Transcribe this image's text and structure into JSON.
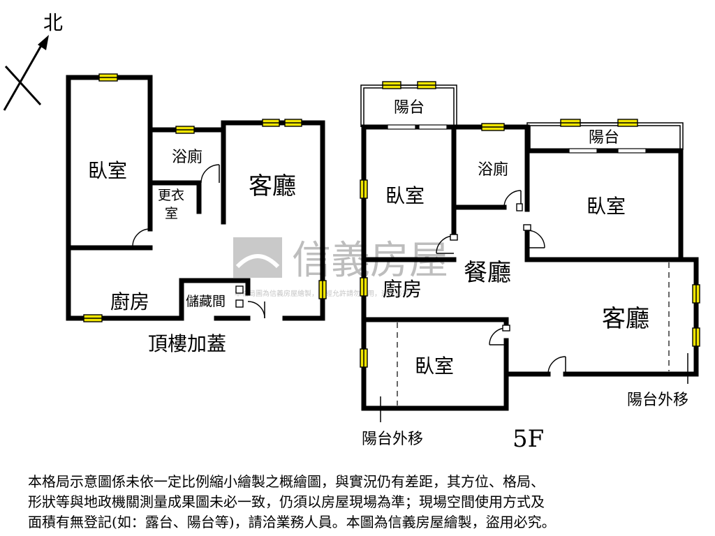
{
  "compass": {
    "north_label": "北"
  },
  "watermark": {
    "brand": "信義房屋",
    "notice": "本格局圖為信義房屋繪製，未經允許請勿使用，違者必究"
  },
  "rooftop": {
    "title": "頂樓加蓋",
    "rooms": {
      "bedroom": "臥室",
      "bathroom": "浴廁",
      "dressing_line1": "更衣",
      "dressing_line2": "室",
      "living": "客廳",
      "kitchen": "廚房",
      "storage": "儲藏間"
    }
  },
  "floor5": {
    "title": "5F",
    "rooms": {
      "balcony_left": "陽台",
      "balcony_right": "陽台",
      "bedroom_left": "臥室",
      "bathroom": "浴廁",
      "bedroom_right": "臥室",
      "dining": "餐廳",
      "kitchen": "廚房",
      "living": "客廳",
      "bedroom_bottom": "臥室",
      "balcony_moved_right": "陽台外移",
      "balcony_moved_left": "陽台外移"
    }
  },
  "disclaimer": {
    "line1": "本格局示意圖係未依一定比例縮小繪製之概繪圖，與實況仍有差距，其方位、格局、",
    "line2": "形狀等與地政機關測量成果圖未必一致，仍須以房屋現場為準；現場空間使用方式及",
    "line3": "面積有無登記(如：露台、陽台等)，請洽業務人員。本圖為信義房屋繪製，盜用必究。"
  }
}
